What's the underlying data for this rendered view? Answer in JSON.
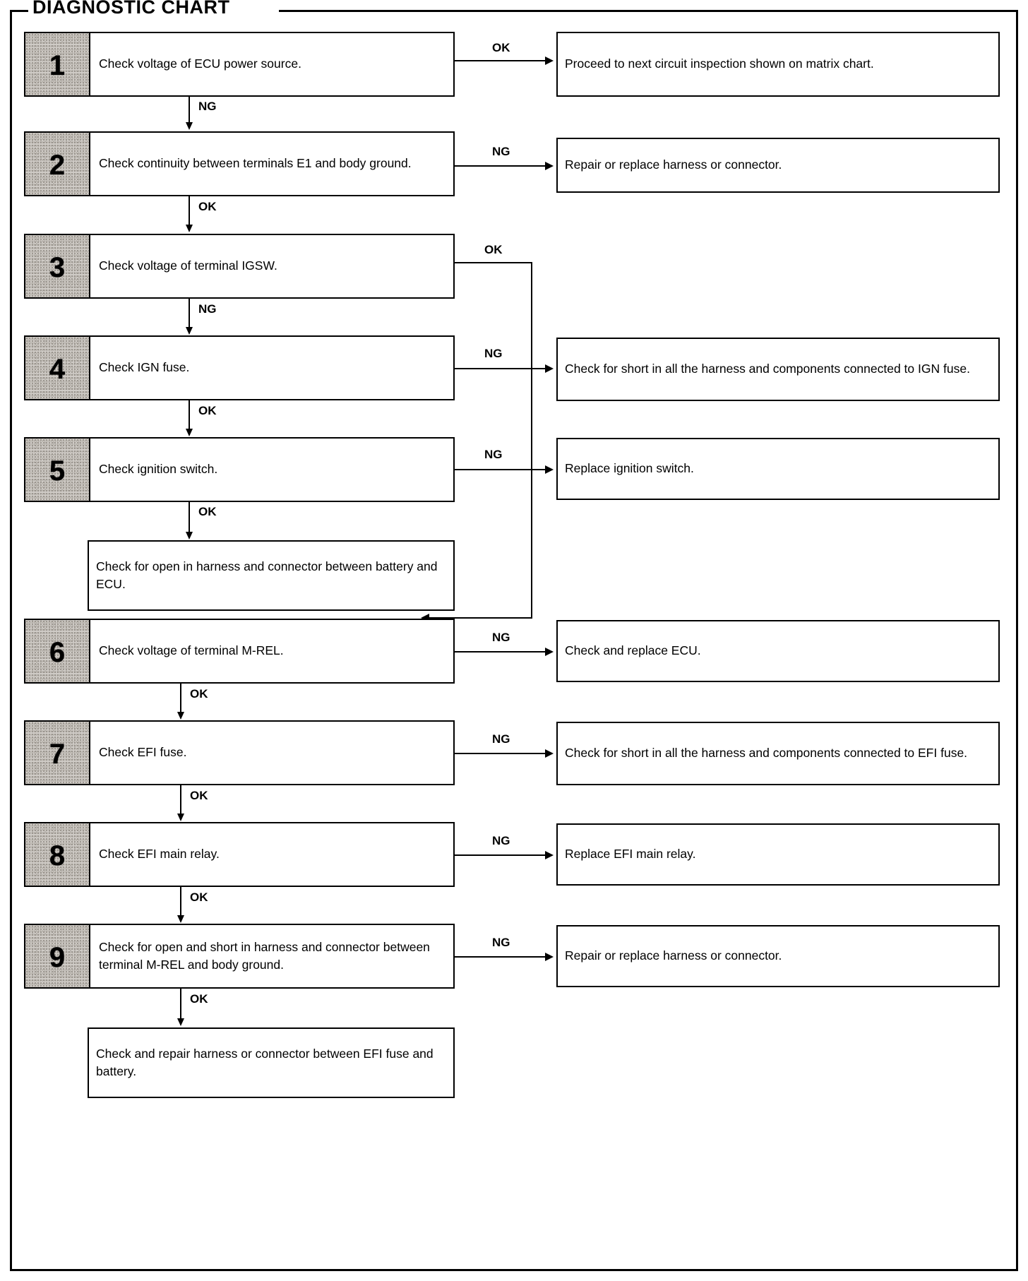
{
  "chart": {
    "title": "DIAGNOSTIC CHART",
    "labels": {
      "ok": "OK",
      "ng": "NG"
    },
    "steps": [
      {
        "number": "1",
        "text": "Check voltage of ECU power source."
      },
      {
        "number": "2",
        "text": "Check continuity between terminals E1 and body ground."
      },
      {
        "number": "3",
        "text": "Check voltage of terminal IGSW."
      },
      {
        "number": "4",
        "text": "Check IGN fuse."
      },
      {
        "number": "5",
        "text": "Check ignition switch."
      },
      {
        "number": "6",
        "text": "Check voltage of terminal M-REL."
      },
      {
        "number": "7",
        "text": "Check EFI fuse."
      },
      {
        "number": "8",
        "text": "Check EFI main relay."
      },
      {
        "number": "9",
        "text": "Check for open and short in harness and connector between terminal M-REL and body ground."
      }
    ],
    "plain_boxes": [
      {
        "id": "after-step-5",
        "text": "Check for open in harness and connector between battery and ECU."
      },
      {
        "id": "after-step-9",
        "text": "Check and repair harness or connector between EFI fuse and battery."
      }
    ],
    "results": [
      {
        "id": "result-1",
        "from": "1",
        "branch": "OK",
        "text": "Proceed to next circuit inspection shown on matrix chart."
      },
      {
        "id": "result-2",
        "from": "2",
        "branch": "NG",
        "text": "Repair or replace harness or connector."
      },
      {
        "id": "result-4",
        "from": "4",
        "branch": "NG",
        "text": "Check for short in all the harness and components connected to IGN fuse."
      },
      {
        "id": "result-5",
        "from": "5",
        "branch": "NG",
        "text": "Replace ignition switch."
      },
      {
        "id": "result-6",
        "from": "6",
        "branch": "NG",
        "text": "Check and replace ECU."
      },
      {
        "id": "result-7",
        "from": "7",
        "branch": "NG",
        "text": "Check for short in all the harness and components connected to EFI fuse."
      },
      {
        "id": "result-8",
        "from": "8",
        "branch": "NG",
        "text": "Replace EFI main relay."
      },
      {
        "id": "result-9",
        "from": "9",
        "branch": "NG",
        "text": "Repair or replace harness or connector."
      }
    ],
    "edges": [
      {
        "from": "1",
        "to": "2",
        "label": "NG"
      },
      {
        "from": "2",
        "to": "3",
        "label": "OK"
      },
      {
        "from": "3",
        "to": "4",
        "label": "NG"
      },
      {
        "from": "3",
        "to": "6",
        "label": "OK"
      },
      {
        "from": "4",
        "to": "5",
        "label": "OK"
      },
      {
        "from": "5",
        "to": "after-step-5",
        "label": "OK"
      },
      {
        "from": "6",
        "to": "7",
        "label": "OK"
      },
      {
        "from": "7",
        "to": "8",
        "label": "OK"
      },
      {
        "from": "8",
        "to": "9",
        "label": "OK"
      },
      {
        "from": "9",
        "to": "after-step-9",
        "label": "OK"
      }
    ]
  }
}
